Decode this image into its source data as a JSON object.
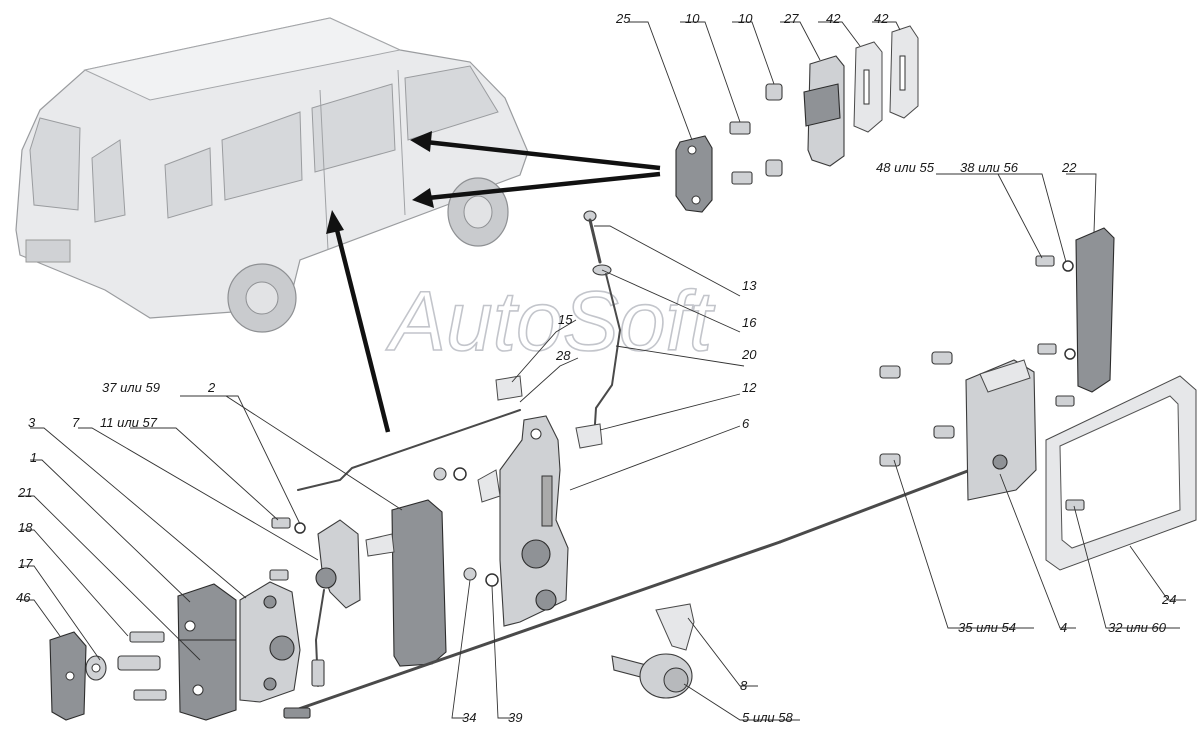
{
  "watermark": "AutoSoft",
  "labels": {
    "l25": "25",
    "l10a": "10",
    "l10b": "10",
    "l27": "27",
    "l42a": "42",
    "l42b": "42",
    "l48": "48 или 55",
    "l38": "38 или 56",
    "l22": "22",
    "l13": "13",
    "l16": "16",
    "l15": "15",
    "l28": "28",
    "l20": "20",
    "l12": "12",
    "l6": "6",
    "l37": "37 или 59",
    "l2": "2",
    "l3": "3",
    "l7": "7",
    "l11": "11 или 57",
    "l1": "1",
    "l21": "21",
    "l18": "18",
    "l17": "17",
    "l46": "46",
    "l34": "34",
    "l39": "39",
    "l8": "8",
    "l5": "5 или 58",
    "l35": "35 или 54",
    "l4": "4",
    "l32": "32 или 60",
    "l24": "24"
  }
}
